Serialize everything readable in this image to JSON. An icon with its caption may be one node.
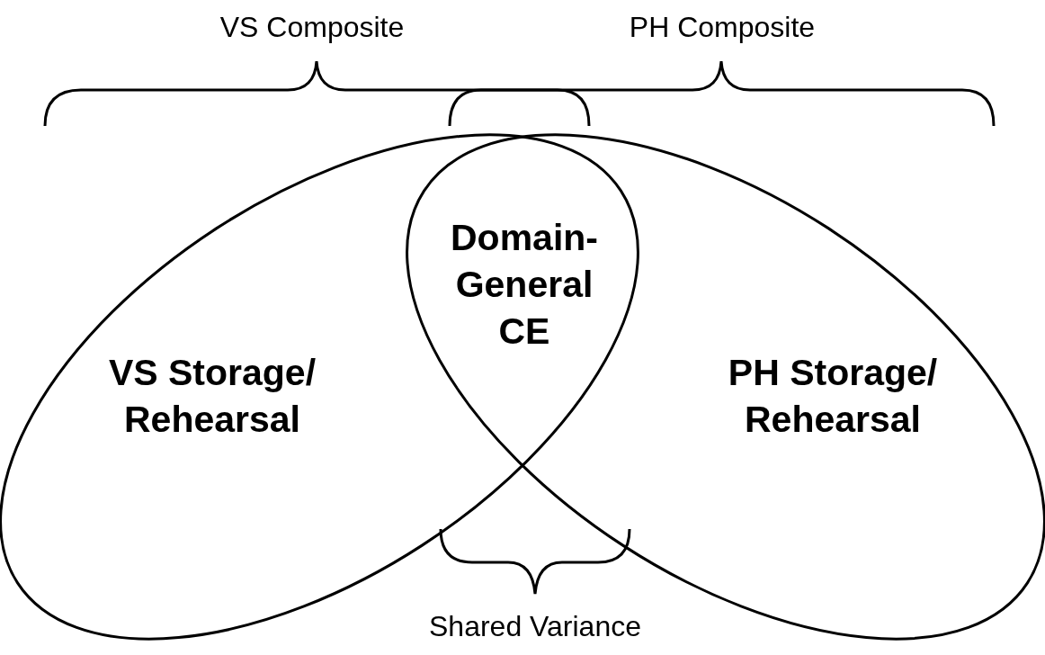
{
  "diagram": {
    "nodes": [
      {
        "text": [
          "VS Storage/ Rehearsal"
        ]
      },
      {
        "text": [
          "PH Storage/ Rehearsal"
        ]
      }
    ],
    "labels": [
      "VS Composite",
      "PH Composite",
      "Domain-General CE",
      "Shared Variance"
    ]
  }
}
